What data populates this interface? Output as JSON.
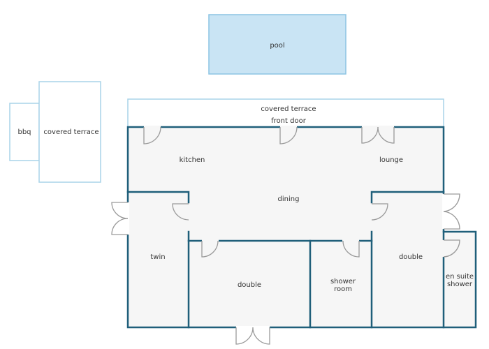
{
  "colors": {
    "wall": "#1f5f7a",
    "outdoor_outline": "#a9d3e8",
    "pool_fill": "#c9e4f4",
    "pool_stroke": "#8cc4e3",
    "floor": "#f6f6f6",
    "door": "#9a9a9a",
    "text": "#333333"
  },
  "areas": {
    "pool": "pool",
    "covered_terrace_front": "covered terrace",
    "front_door": "front door",
    "bbq": "bbq",
    "covered_terrace_side": "covered terrace"
  },
  "rooms": {
    "kitchen": "kitchen",
    "lounge": "lounge",
    "dining": "dining",
    "twin": "twin",
    "double_bottom": "double",
    "shower_room_line1": "shower",
    "shower_room_line2": "room",
    "double_right": "double",
    "en_suite_line1": "en suite",
    "en_suite_line2": "shower"
  }
}
